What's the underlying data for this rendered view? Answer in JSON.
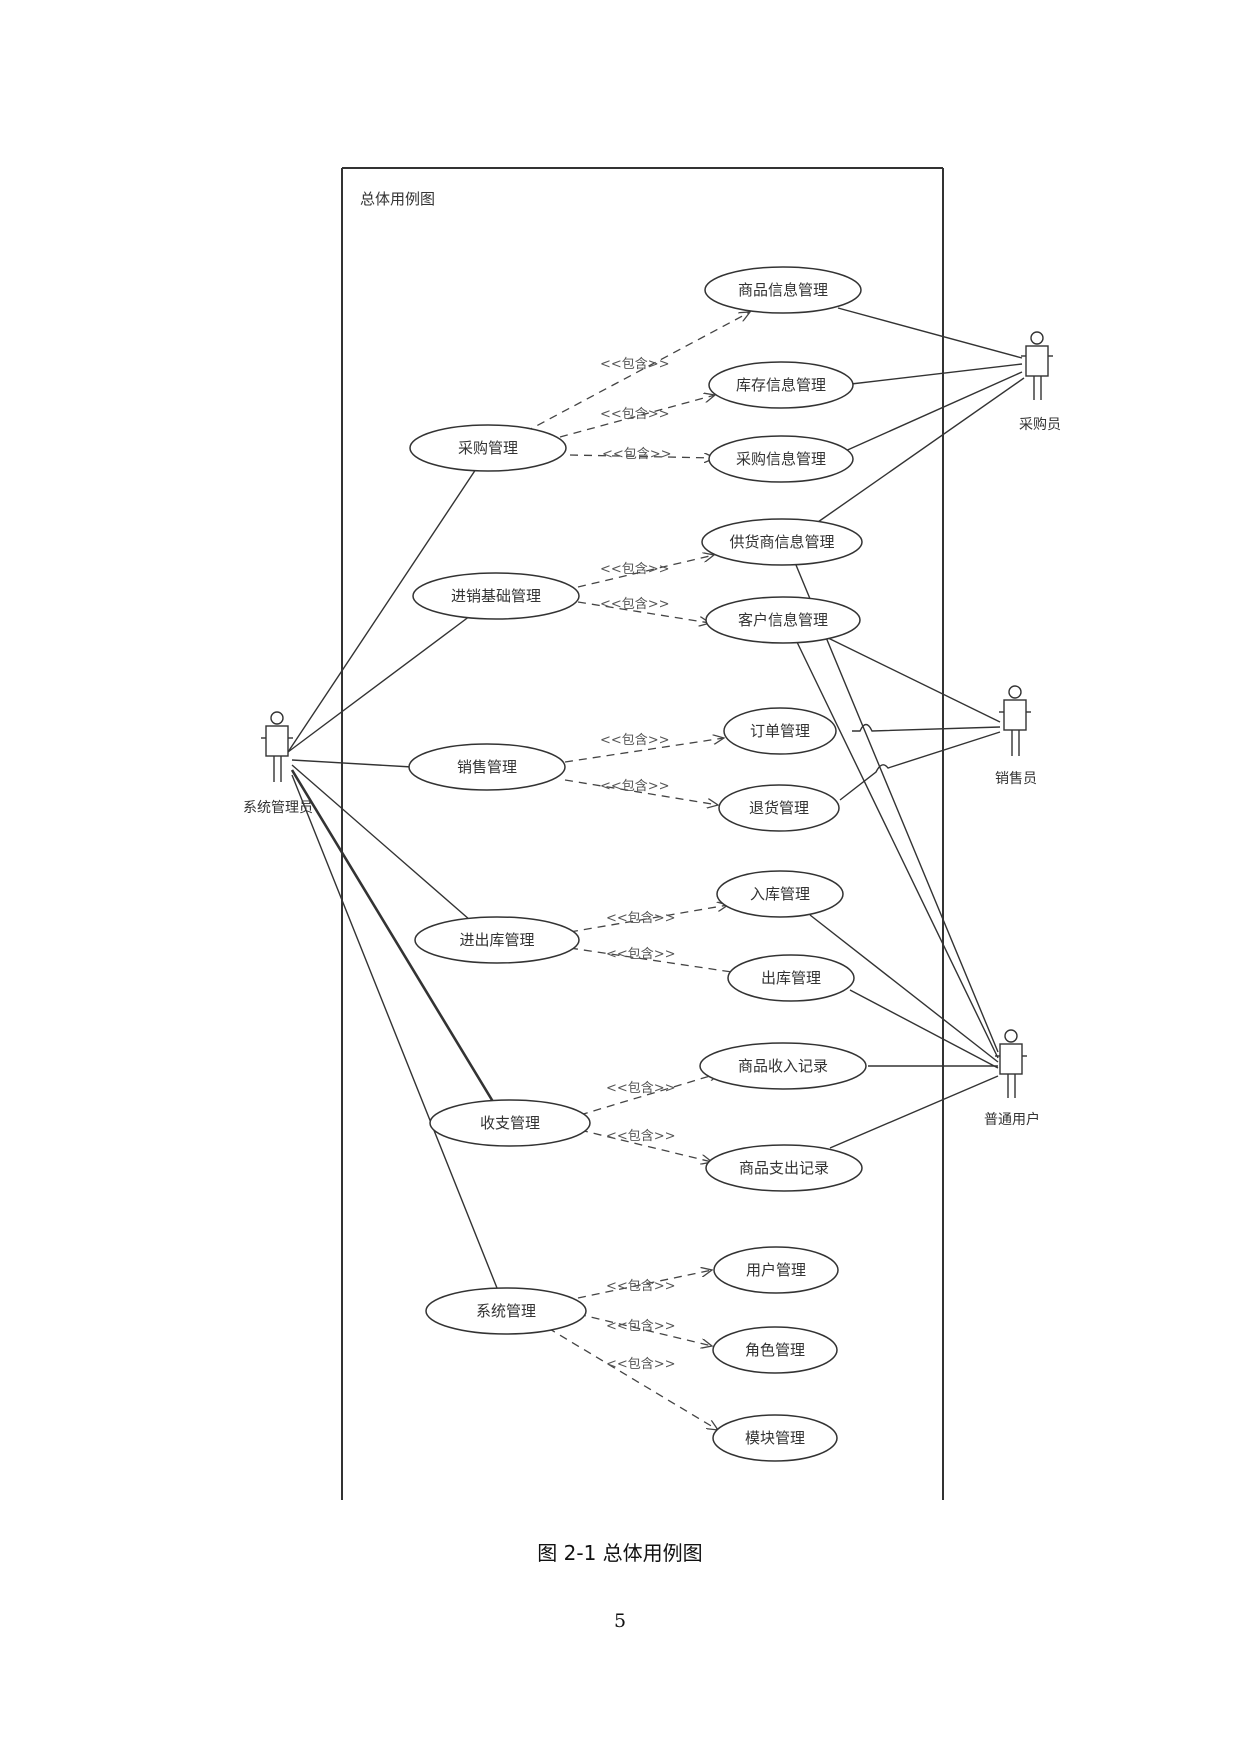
{
  "diagram": {
    "frame_title": "总体用例图",
    "actors": {
      "admin": "系统管理员",
      "buyer": "采购员",
      "seller": "销售员",
      "user": "普通用户"
    },
    "use_cases": {
      "purchase": "采购管理",
      "info": "进销基础管理",
      "sales": "销售管理",
      "stock": "进出库管理",
      "finance": "收支管理",
      "system": "系统管理",
      "goods": "商品信息管理",
      "inventory": "库存信息管理",
      "purchase_info": "采购信息管理",
      "supplier": "供货商信息管理",
      "customer": "客户信息管理",
      "order": "订单管理",
      "returns": "退货管理",
      "stock_in": "入库管理",
      "stock_out": "出库管理",
      "income": "商品收入记录",
      "expense": "商品支出记录",
      "user_mgmt": "用户管理",
      "role": "角色管理",
      "module": "模块管理"
    },
    "include_label": "<<包含>>"
  },
  "caption": "图 2-1  总体用例图",
  "page_number": "5"
}
